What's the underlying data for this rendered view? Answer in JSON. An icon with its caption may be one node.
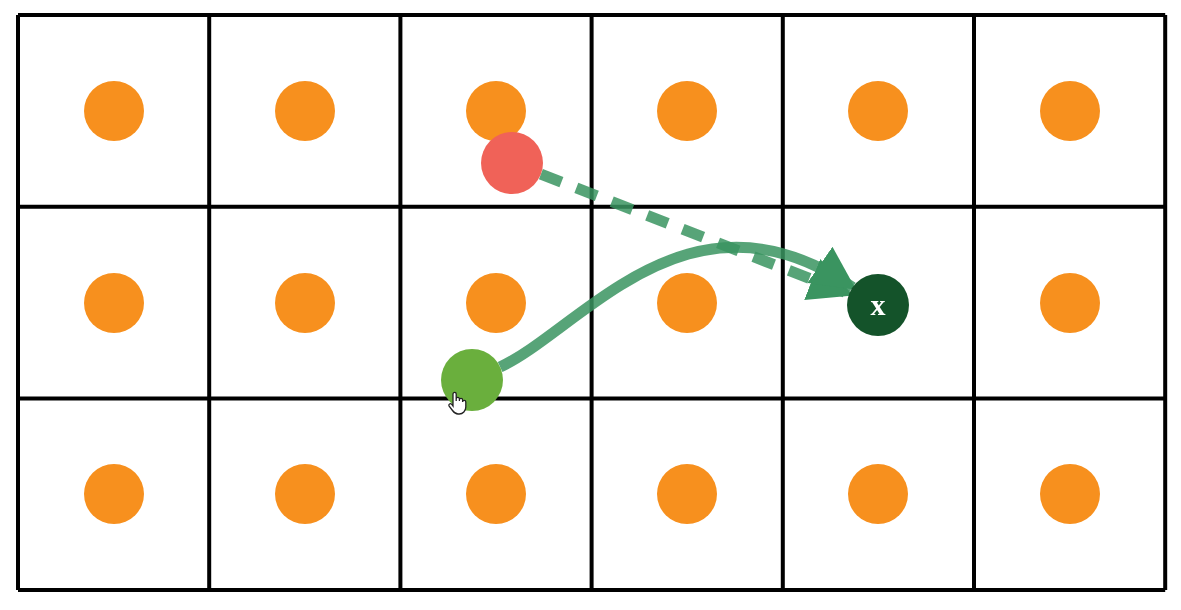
{
  "diagram": {
    "nodes": [
      {
        "text": [],
        "shape": "circle"
      },
      {
        "text": [],
        "shape": "circle"
      },
      {
        "text": [],
        "shape": "circle"
      },
      {
        "text": [],
        "shape": "circle"
      },
      {
        "text": [],
        "shape": "circle"
      },
      {
        "text": [],
        "shape": "circle"
      },
      {
        "text": [],
        "shape": "circle"
      },
      {
        "text": [],
        "shape": "circle"
      },
      {
        "text": [],
        "shape": "circle"
      },
      {
        "text": [],
        "shape": "circle"
      },
      {
        "text": [],
        "shape": "circle"
      },
      {
        "text": [
          "x"
        ]
      },
      {
        "text": [],
        "shape": "circle"
      },
      {
        "text": [],
        "shape": "circle"
      },
      {
        "text": [],
        "shape": "circle"
      },
      {
        "text": [],
        "shape": "circle"
      },
      {
        "text": [],
        "shape": "circle"
      },
      {
        "text": [],
        "shape": "circle"
      },
      {
        "text": [],
        "shape": "circle"
      },
      {
        "text": [],
        "shape": "circle"
      }
    ],
    "edges": [
      {
        "from": 6,
        "to": 11,
        "arrow": "to",
        "style": "dashed"
      },
      {
        "from": 13,
        "to": 11,
        "arrow": "to"
      }
    ]
  }
}
